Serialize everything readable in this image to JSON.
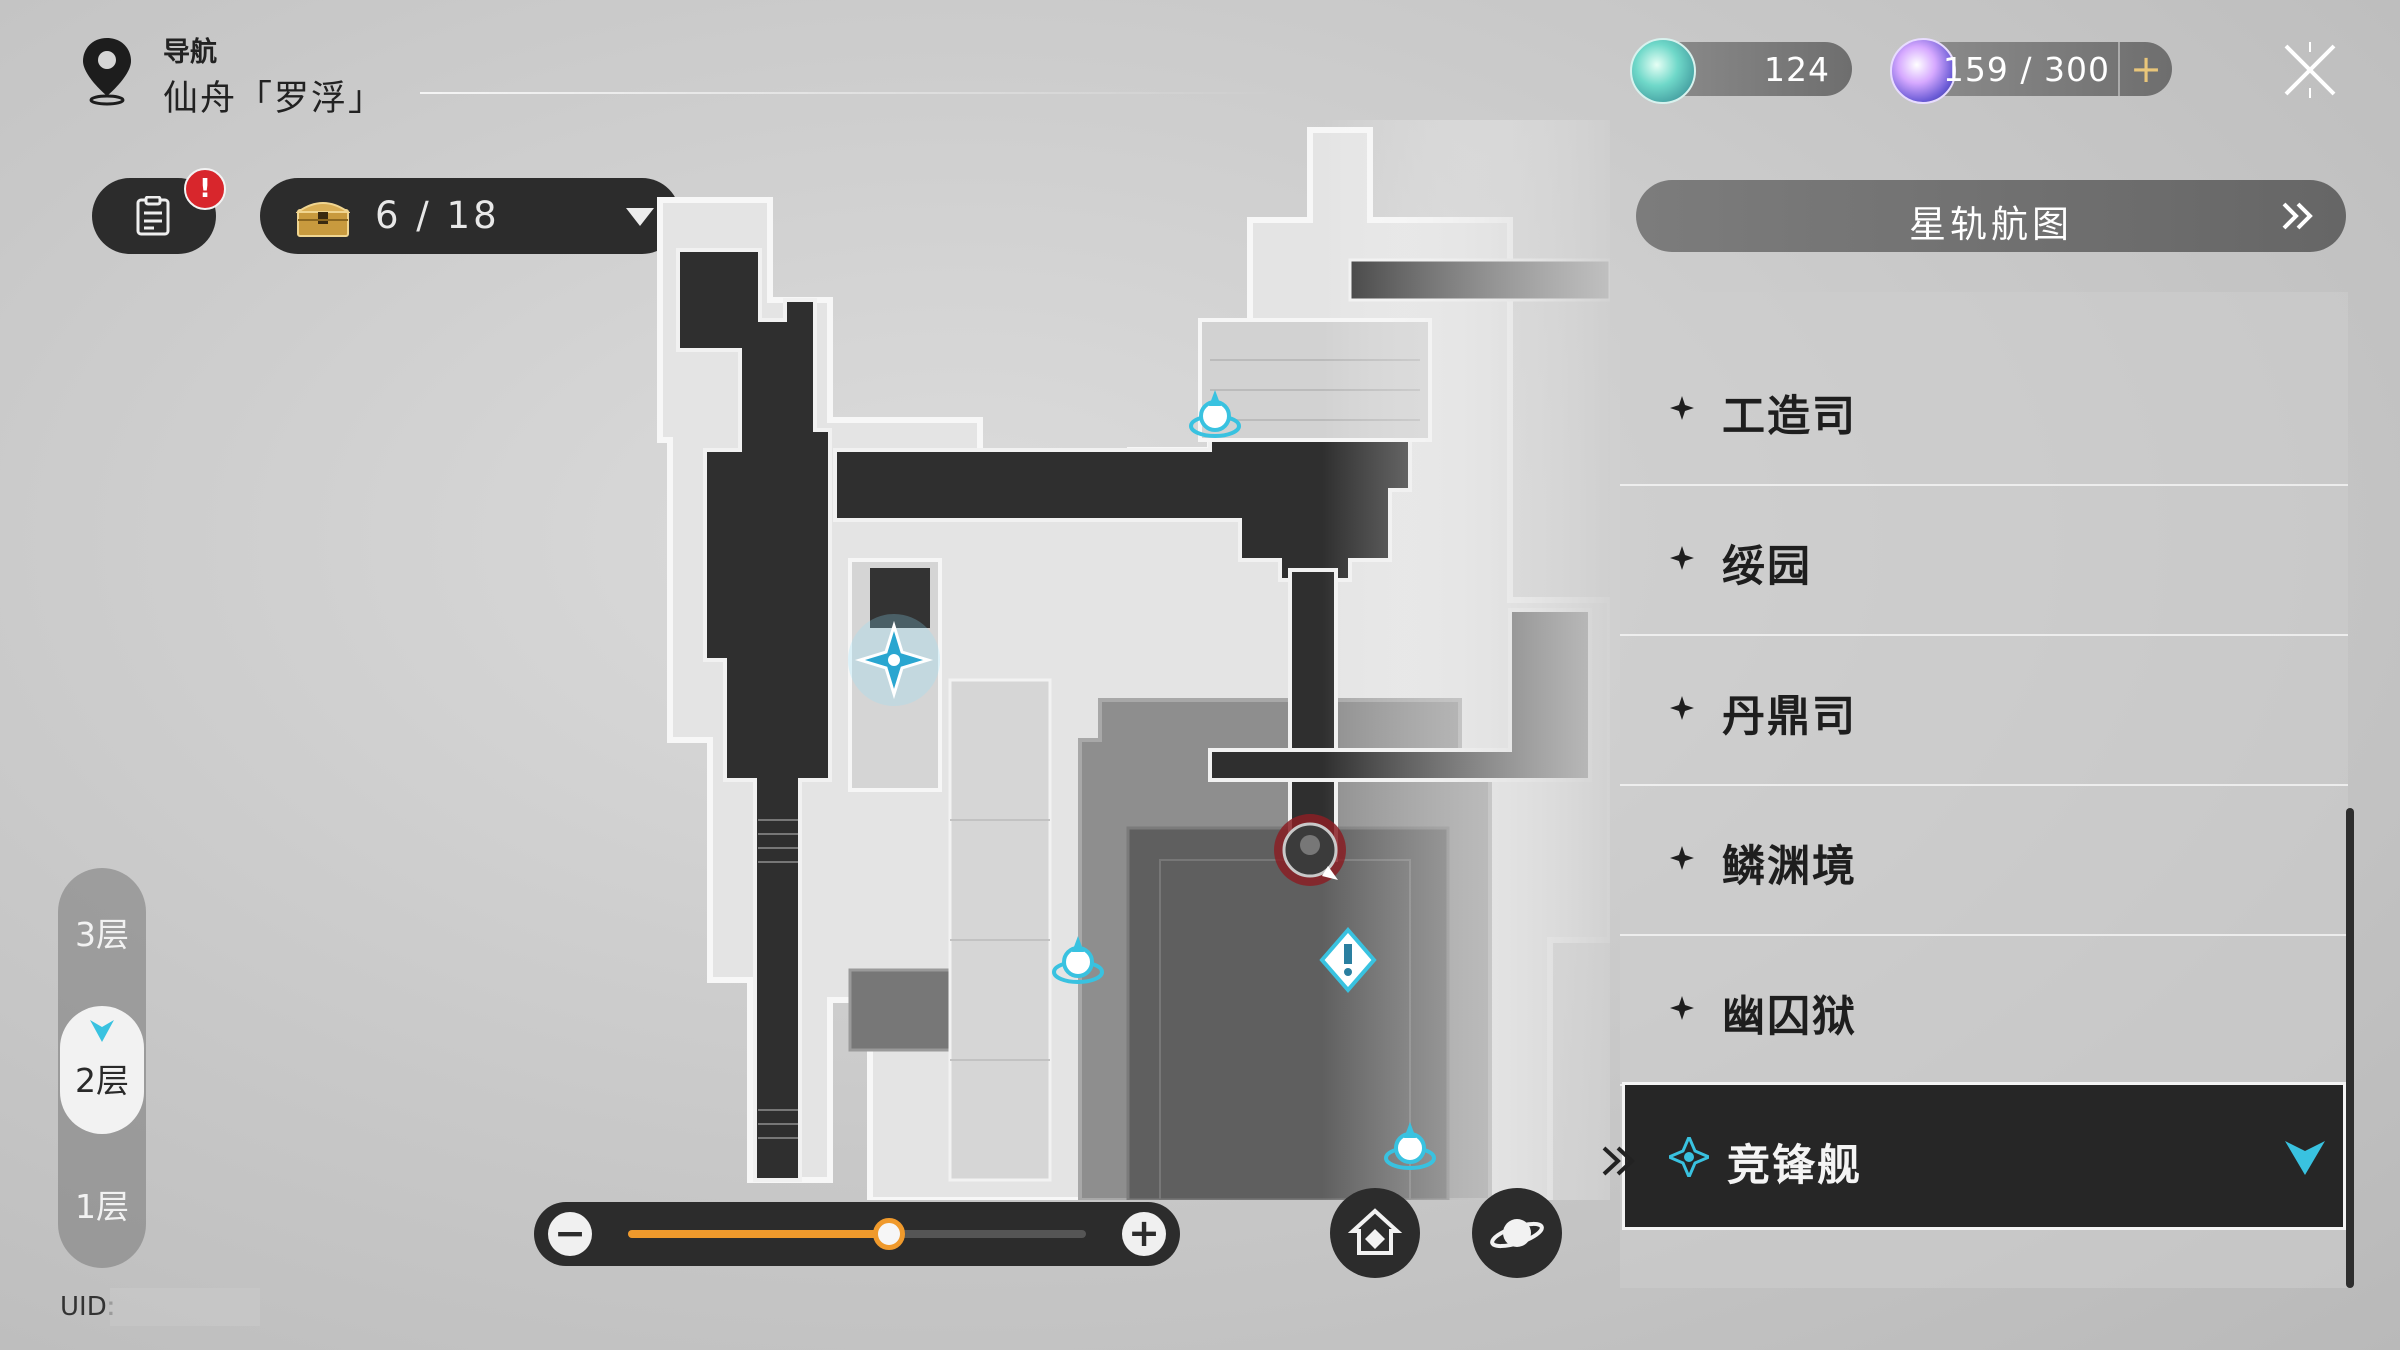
{
  "header": {
    "nav_label": "导航",
    "location": "仙舟「罗浮」"
  },
  "currency": {
    "stellar_jade_value": "124",
    "trailblaze_power_value": "159 / 300",
    "plus_label": "+"
  },
  "toolbar": {
    "alert_badge": "!",
    "chest_count": "6 / 18"
  },
  "floors": {
    "floor_3": "3层",
    "floor_2": "2层",
    "floor_1": "1层",
    "selected": "2层"
  },
  "uid": {
    "label": "UID:"
  },
  "zoom": {
    "minus": "−",
    "plus": "+",
    "level": 0.57
  },
  "panel": {
    "star_rail_map_label": "星轨航图",
    "areas": [
      {
        "name": "工造司",
        "active": false
      },
      {
        "name": "绥园",
        "active": false
      },
      {
        "name": "丹鼎司",
        "active": false
      },
      {
        "name": "鳞渊境",
        "active": false
      },
      {
        "name": "幽囚狱",
        "active": false
      },
      {
        "name": "竞锋舰",
        "active": true
      }
    ]
  },
  "colors": {
    "accent_cyan": "#39c2e0",
    "accent_orange": "#f09a2c",
    "alert_red": "#d8262c",
    "dark_panel": "#262626"
  },
  "icons": {
    "nav": "location-pin-icon",
    "close": "close-icon",
    "mission": "mission-log-icon",
    "chest": "treasure-chest-icon",
    "waypoint": "home-waypoint-icon",
    "planet": "planet-icon",
    "space_anchor": "space-anchor-icon",
    "player": "player-avatar-icon",
    "mission_marker": "mission-marker-icon"
  }
}
